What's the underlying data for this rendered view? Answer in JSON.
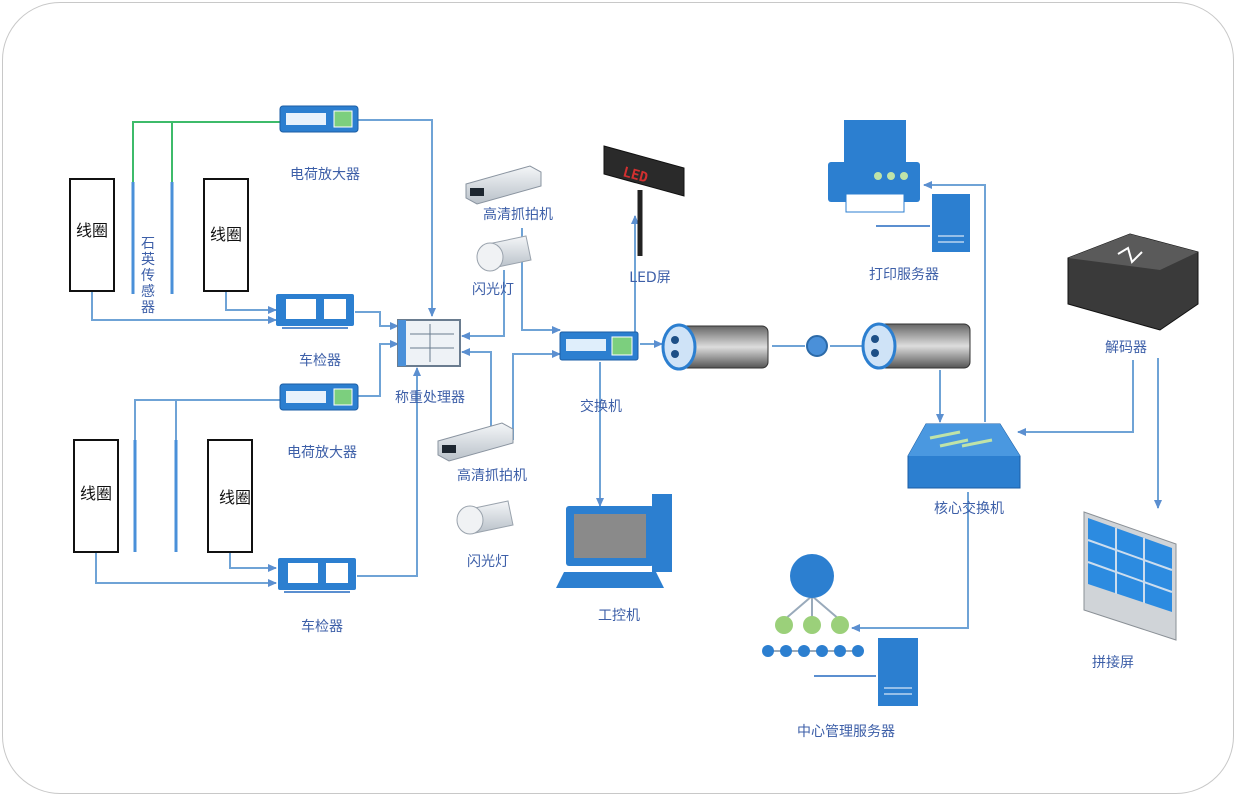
{
  "diagram": {
    "coils": [
      "线圈",
      "线圈",
      "线圈",
      "线圈"
    ],
    "quartz_sensor": [
      "石",
      "英",
      "传",
      "感",
      "器"
    ],
    "charge_amp_top": "电荷放大器",
    "charge_amp_bottom": "电荷放大器",
    "vehicle_detector_top": "车检器",
    "vehicle_detector_bottom": "车检器",
    "weighing_processor": "称重处理器",
    "hd_camera_top": "高清抓拍机",
    "hd_camera_bottom": "高清抓拍机",
    "flash_top": "闪光灯",
    "flash_bottom": "闪光灯",
    "led_screen": "LED屏",
    "led_sign_text": "LED",
    "switch": "交换机",
    "ipc": "工控机",
    "print_server": "打印服务器",
    "decoder": "解码器",
    "core_switch": "核心交换机",
    "splicing_screen": "拼接屏",
    "center_server": "中心管理服务器"
  }
}
